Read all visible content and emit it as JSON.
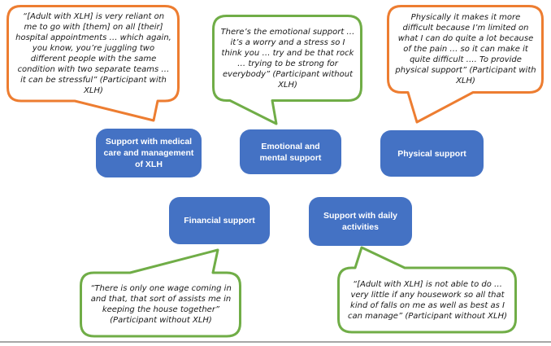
{
  "palette": {
    "orange": "#ED7D31",
    "green": "#70AD47",
    "blue": "#4472C4",
    "rule_gray": "#A6A6A6",
    "box_text": "#FFFFFF",
    "quote_text": "#1A1A1A"
  },
  "categories": [
    {
      "label": "Support with medical care and management of XLH"
    },
    {
      "label": "Emotional and mental support"
    },
    {
      "label": "Physical support"
    },
    {
      "label": "Financial support"
    },
    {
      "label": "Support with daily activities"
    }
  ],
  "quotes": [
    {
      "outline": "orange",
      "text": "“[Adult with XLH] is very reliant on me to go with [them] on all [their] hospital appointments … which again, you know, you’re juggling two different people with the same condition with two separate teams … it can be stressful” (Participant with XLH)"
    },
    {
      "outline": "green",
      "text": "There’s the emotional support … it’s a worry and a stress so I think you … try and be that rock … trying to be strong for everybody” (Participant without XLH)"
    },
    {
      "outline": "orange",
      "text": "Physically it makes it more difficult because I’m limited on what I can do quite a lot because of the pain … so it can make it quite difficult …. To provide physical support” (Participant with XLH)"
    },
    {
      "outline": "green",
      "text": "“There is only one wage coming in and that, that sort of assists me in keeping the house together” (Participant without XLH)"
    },
    {
      "outline": "green",
      "text": "“[Adult with XLH] is not able to do … very little if any housework so all that kind of falls on me as well as best as I can manage” (Participant without XLH)"
    }
  ]
}
